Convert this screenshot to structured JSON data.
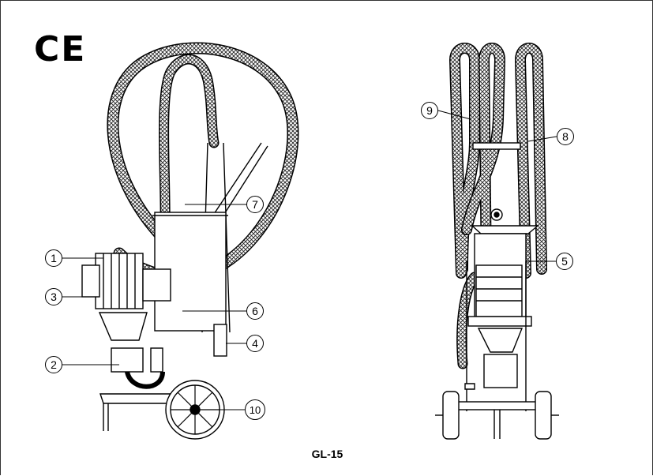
{
  "mark": {
    "text": "CE"
  },
  "model": {
    "name": "GL-15"
  },
  "callouts": {
    "c1": "1",
    "c2": "2",
    "c3": "3",
    "c4": "4",
    "c5": "5",
    "c6": "6",
    "c7": "7",
    "c8": "8",
    "c9": "9",
    "c10": "10"
  }
}
